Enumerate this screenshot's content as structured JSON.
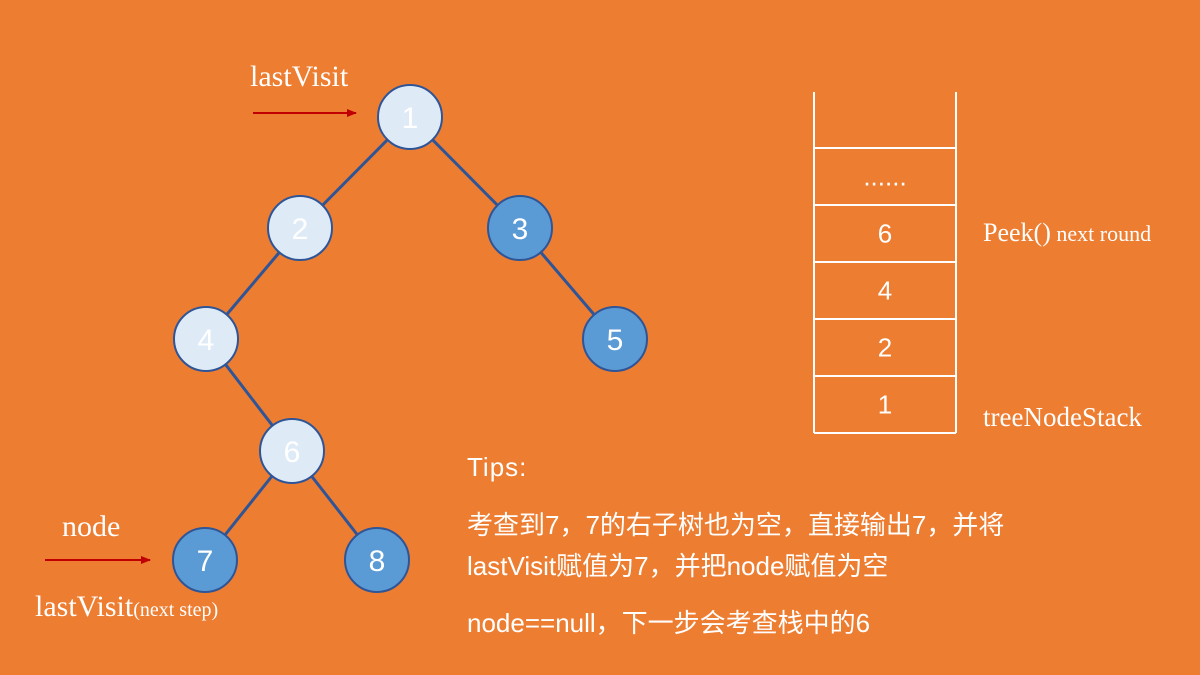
{
  "tree": {
    "nodes": [
      {
        "id": "1",
        "label": "1",
        "style": "light"
      },
      {
        "id": "2",
        "label": "2",
        "style": "light"
      },
      {
        "id": "3",
        "label": "3",
        "style": "dark"
      },
      {
        "id": "4",
        "label": "4",
        "style": "light"
      },
      {
        "id": "5",
        "label": "5",
        "style": "dark"
      },
      {
        "id": "6",
        "label": "6",
        "style": "light"
      },
      {
        "id": "7",
        "label": "7",
        "style": "dark"
      },
      {
        "id": "8",
        "label": "8",
        "style": "dark"
      }
    ],
    "edges": [
      [
        "1",
        "2"
      ],
      [
        "1",
        "3"
      ],
      [
        "2",
        "4"
      ],
      [
        "3",
        "5"
      ],
      [
        "4",
        "6"
      ],
      [
        "6",
        "7"
      ],
      [
        "6",
        "8"
      ]
    ],
    "pointers": {
      "last_visit": "lastVisit",
      "node": "node",
      "last_visit_next_main": "lastVisit",
      "last_visit_next_suffix": "(next  step)"
    }
  },
  "stack": {
    "cells": [
      "......",
      "6",
      "4",
      "2",
      "1"
    ],
    "peek_main": "Peek()",
    "peek_suffix": " next round",
    "name": "treeNodeStack"
  },
  "tips": {
    "title": "Tips:",
    "line1": "考查到7，7的右子树也为空，直接输出7，并将",
    "line2": "lastVisit赋值为7，并把node赋值为空",
    "line3": "node==null，下一步会考查栈中的6"
  },
  "colors": {
    "background": "#ED7D31",
    "node_light_fill": "#DEEBF7",
    "node_dark_fill": "#5B9BD5",
    "node_stroke": "#2F5597",
    "edge": "#2F5597",
    "arrow": "#C00000",
    "text": "#FFFFFF"
  }
}
